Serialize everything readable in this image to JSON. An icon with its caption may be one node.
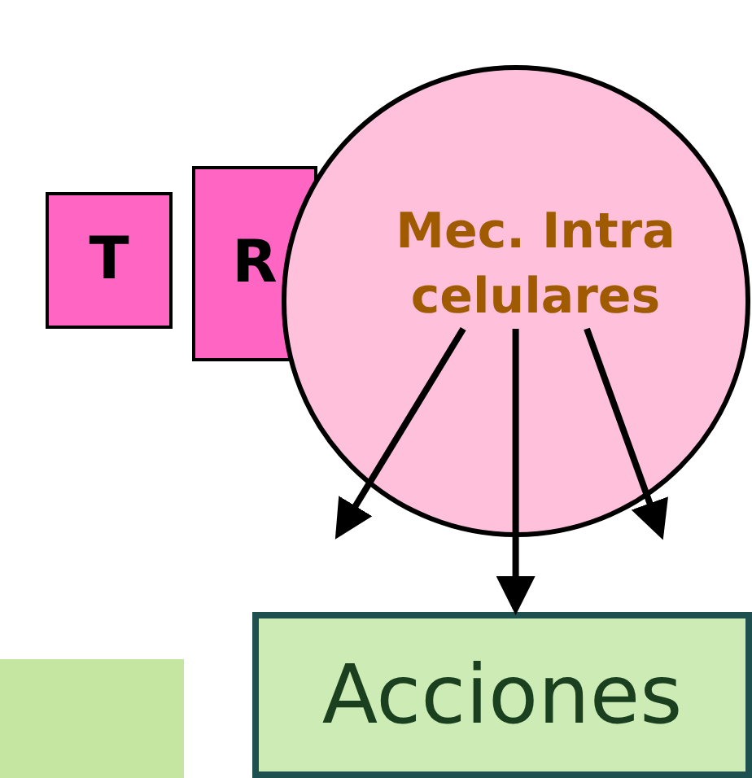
{
  "diagram": {
    "nodes": [
      {
        "text": [
          "T"
        ]
      },
      {
        "text": [
          "R"
        ]
      },
      {
        "text": [],
        "shape": "circle"
      },
      {
        "text": [
          "Mec. Intra celulares"
        ],
        "in": 2
      },
      {
        "text": [],
        "shape": "box"
      },
      {
        "text": [
          "Acciones"
        ]
      }
    ],
    "edges": [
      {
        "from": 3,
        "to": null,
        "arrow": "to"
      },
      {
        "from": 3,
        "to": 5,
        "arrow": "to"
      },
      {
        "from": 3,
        "to": null,
        "arrow": "to"
      }
    ]
  }
}
